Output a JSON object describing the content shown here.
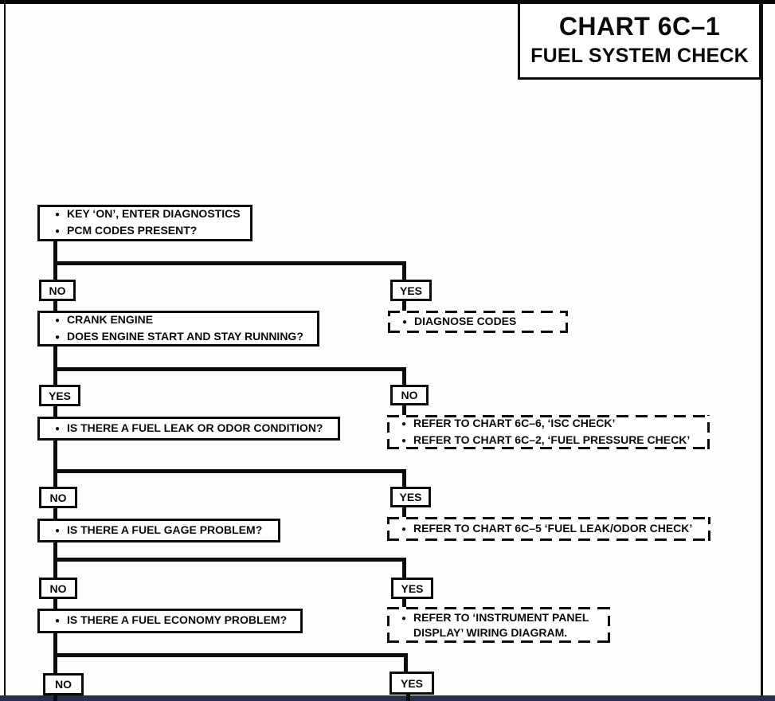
{
  "title": {
    "line1": "CHART 6C–1",
    "line2": "FUEL SYSTEM CHECK"
  },
  "flow": {
    "q1": {
      "items": [
        "KEY ‘ON’, ENTER DIAGNOSTICS",
        "PCM CODES PRESENT?"
      ]
    },
    "q1_no": "NO",
    "q1_yes": "YES",
    "a1": {
      "items": [
        "DIAGNOSE CODES"
      ]
    },
    "q2": {
      "items": [
        "CRANK ENGINE",
        "DOES ENGINE START AND STAY RUNNING?"
      ]
    },
    "q2_yes": "YES",
    "q2_no": "NO",
    "a2": {
      "items": [
        "REFER TO CHART 6C–6, ‘ISC CHECK’",
        "REFER TO CHART 6C–2, ‘FUEL PRESSURE CHECK’"
      ]
    },
    "q3": {
      "items": [
        "IS THERE A FUEL LEAK OR ODOR CONDITION?"
      ]
    },
    "q3_no": "NO",
    "q3_yes": "YES",
    "a3": {
      "items": [
        "REFER TO CHART 6C–5 ‘FUEL LEAK/ODOR CHECK’"
      ]
    },
    "q4": {
      "items": [
        "IS THERE A FUEL GAGE PROBLEM?"
      ]
    },
    "q4_no": "NO",
    "q4_yes": "YES",
    "a4": {
      "items": [
        "REFER TO ‘INSTRUMENT PANEL DISPLAY’ WIRING DIAGRAM."
      ]
    },
    "q5": {
      "items": [
        "IS THERE A FUEL ECONOMY PROBLEM?"
      ]
    },
    "q5_no": "NO",
    "q5_yes": "YES"
  }
}
